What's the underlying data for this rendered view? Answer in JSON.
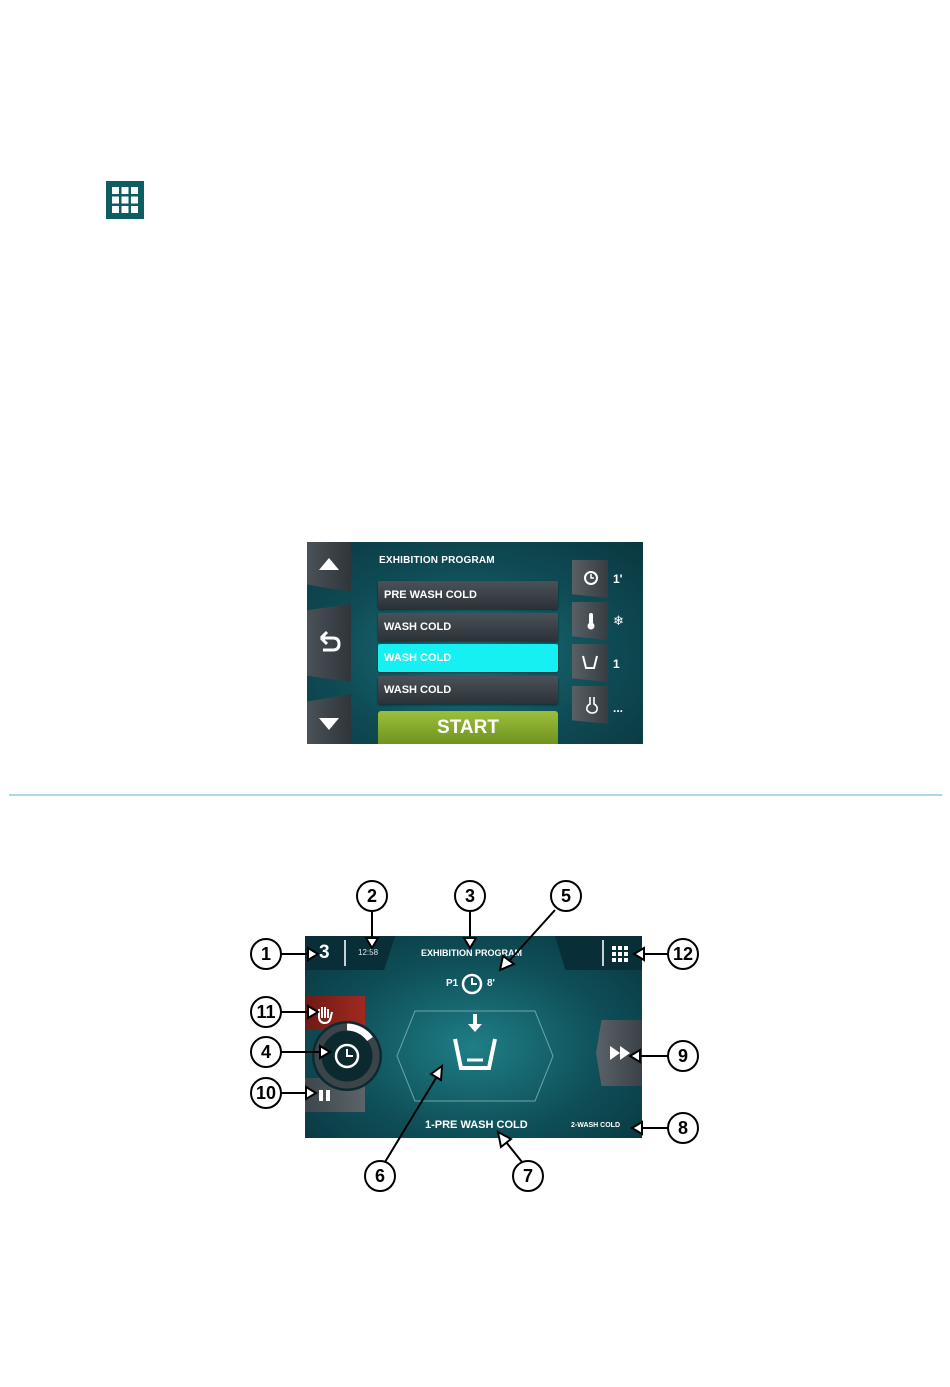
{
  "screen1": {
    "title": "EXHIBITION PROGRAM",
    "steps": [
      "PRE WASH COLD",
      "WASH COLD",
      "WASH COLD",
      "WASH COLD"
    ],
    "active_step_index": 2,
    "start_label": "START",
    "params": {
      "time": "1'",
      "dose": "1",
      "chem": "..."
    },
    "colors": {
      "active": "#17f0f2",
      "start": "#86aa2c",
      "background": "#0f4c55"
    },
    "icons": [
      "arrow-up-icon",
      "back-icon",
      "arrow-down-icon",
      "clock-icon",
      "thermometer-icon",
      "snowflake-icon",
      "tank-icon",
      "detergent-icon"
    ]
  },
  "screen2": {
    "step_number": "3",
    "clock": "12:58",
    "title": "EXHIBITION PROGRAM",
    "program_code": "P1",
    "remaining_time": "8'",
    "current_step": "1-PRE WASH COLD",
    "next_step": "2-WASH COLD",
    "colors": {
      "stop": "#a0291f",
      "background": "#0f4f58"
    },
    "icons": [
      "keypad-icon",
      "hand-icon",
      "clock-icon",
      "pause-icon",
      "fast-forward-icon",
      "tank-fill-icon"
    ]
  },
  "callouts": [
    "1",
    "2",
    "3",
    "4",
    "5",
    "6",
    "7",
    "8",
    "9",
    "10",
    "11",
    "12"
  ]
}
